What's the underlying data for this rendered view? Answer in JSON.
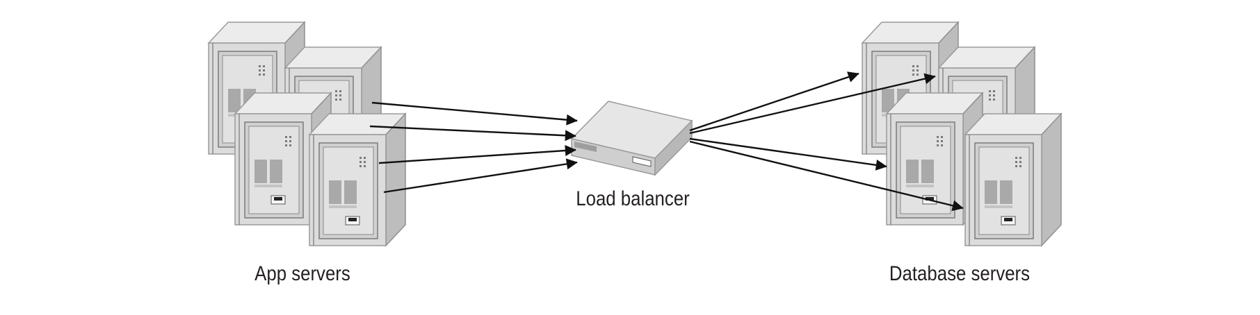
{
  "labels": {
    "app_servers": "App servers",
    "load_balancer": "Load balancer",
    "database_servers": "Database servers"
  },
  "colors": {
    "server_front": "#dcdcdc",
    "server_side": "#bdbdbd",
    "arrow": "#111111"
  },
  "connections": {
    "app_servers_to_load_balancer": 4,
    "load_balancer_to_database_servers": 4
  }
}
